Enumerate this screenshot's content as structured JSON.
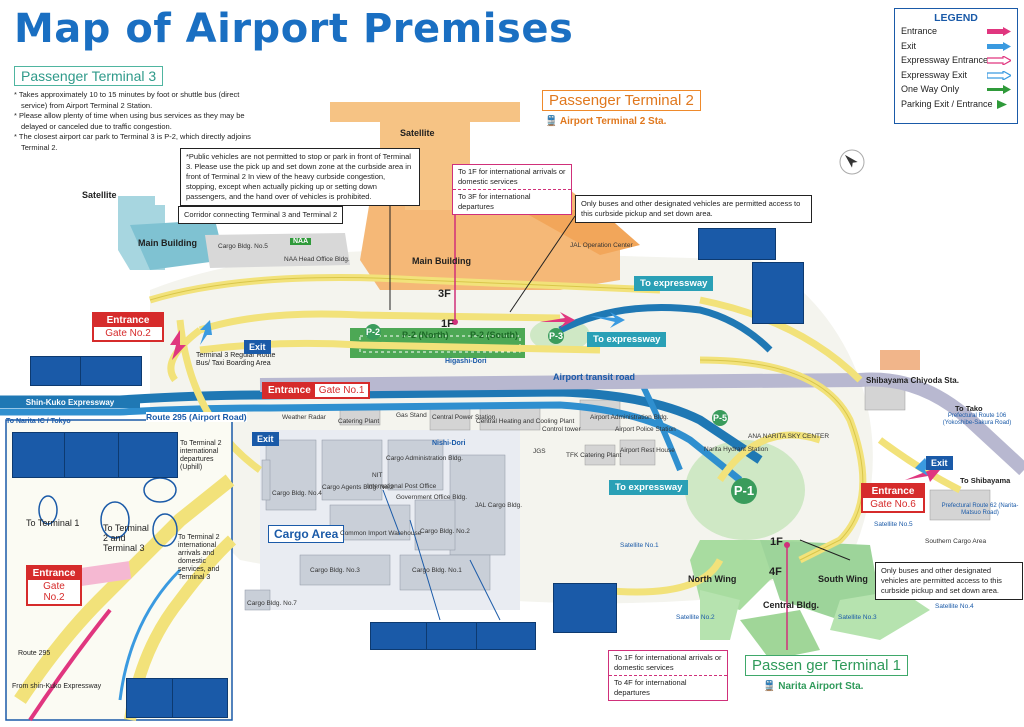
{
  "title": "Map of Airport Premises",
  "terminal3": {
    "label": "Passenger Terminal 3",
    "notes": [
      "* Takes approximately 10 to 15 minutes by foot or shuttle bus (direct service) from Airport Terminal 2 Station.",
      "* Please allow plenty of time when using bus services as they may be delayed or canceled due to traffic congestion.",
      "* The closest airport car park to Terminal 3 is P-2, which directly adjoins Terminal 2."
    ],
    "satellite": "Satellite",
    "main_building": "Main Building",
    "callout": "*Public vehicles are not permitted to stop or park in front of Terminal 3. Please use the pick up and set down zone at the curbside area in front of Terminal 2 In view of the heavy curbside congestion, stopping, except when actually picking up or setting down passengers, and the hand over of vehicles is prohibited.",
    "corridor": "Corridor connecting Terminal 3 and Terminal 2",
    "bus_stop": "Terminal 3 Regular Route Bus/ Taxi Boarding Area"
  },
  "terminal2": {
    "label": "Passenger Terminal 2",
    "station": "Airport Terminal 2 Sta.",
    "satellite": "Satellite",
    "main_building": "Main Building",
    "floor_3f": "3F",
    "floor_1f": "1F",
    "pink_callout": {
      "line1": "To 1F for international arrivals or domestic services",
      "line2": "To 3F for international departures"
    },
    "bus_callout": "Only buses and other designated vehicles are permitted access to this curbside pickup and set down area."
  },
  "terminal1": {
    "label": "Passen ger Terminal 1",
    "station": "Narita Airport Sta.",
    "north_wing": "North Wing",
    "south_wing": "South Wing",
    "central_bldg": "Central Bldg.",
    "floor_1f": "1F",
    "floor_4f": "4F",
    "satellites": [
      "Satellite No.1",
      "Satellite No.2",
      "Satellite No.3",
      "Satellite No.4",
      "Satellite No.5"
    ],
    "pink_callout": {
      "line1": "To 1F for international arrivals or domestic services",
      "line2": "To 4F for international departures"
    },
    "bus_callout": "Only buses and other designated vehicles are permitted access to this curbside pickup and set down area."
  },
  "legend": {
    "title": "LEGEND",
    "items": [
      {
        "label": "Entrance",
        "color": "#e0367f"
      },
      {
        "label": "Exit",
        "color": "#3a9ae0"
      },
      {
        "label": "Expressway Entrance",
        "color": "#e0367f"
      },
      {
        "label": "Expressway Exit",
        "color": "#3a9ae0"
      },
      {
        "label": "One Way Only",
        "color": "#2f9a3a"
      },
      {
        "label": "Parking Exit / Entrance",
        "color": "#2f9a3a"
      }
    ]
  },
  "gates": {
    "gate2": {
      "entrance": "Entrance",
      "gate": "Gate No.2"
    },
    "gate1": {
      "entrance": "Entrance",
      "gate": "Gate No.1"
    },
    "gate6": {
      "entrance": "Entrance",
      "gate": "Gate No.6"
    }
  },
  "exits": {
    "exit_a": "Exit",
    "exit_b": "Exit",
    "exit_c": "Exit"
  },
  "roads": {
    "shinkuko": "Shin-Kuko Expressway",
    "route295": "Route 295 (Airport Road)",
    "transit": "Airport transit road",
    "higashi": "Higashi-Dori",
    "nishi": "Nishi-Dori",
    "to_expressway_1": "To expressway",
    "to_expressway_2": "To expressway",
    "to_expressway_3": "To expressway",
    "to_narita_ic": "To Narita IC / Tokyo",
    "shibayama": "Shibayama Chiyoda Sta.",
    "to_tako": "To Tako",
    "pref_route_106": "Prefectural Route 106 (Yokoshibe-Sakura Road)",
    "to_shibayama": "To Shibayama",
    "pref_route_62": "Prefectural Route 62 (Narita-Matsuo Road)",
    "southern_cargo": "Southern Cargo Area"
  },
  "parking": [
    "P-2",
    "P-2 (North)",
    "P-2 (South)",
    "P-3",
    "P-5",
    "P-1"
  ],
  "buildings": {
    "naa": "NAA",
    "naa_head_office": "NAA Head Office Bldg.",
    "cargo_5": "Cargo Bldg. No.5",
    "jal_ops": "JAL Operation Center",
    "weather": "Weather Radar",
    "catering": "Catering Plant",
    "power": "Central Power Station",
    "heating": "Central Heating and Cooling Plant",
    "admin": "Airport Administration Bldg.",
    "control": "Control tower",
    "police": "Airport Police Station",
    "tfk": "TFK Catering Plant",
    "rest": "Airport Rest House",
    "jgs": "JGS",
    "ana_sky": "ANA NARITA SKY CENTER",
    "narita_hydrant": "Narita Hydrant Station",
    "cargo_area": "Cargo Area",
    "common_import": "Common Import Warehouse",
    "jal_cargo": "JAL Cargo Bldg.",
    "cargo_3": "Cargo Bldg. No.3",
    "cargo_1": "Cargo Bldg. No.1",
    "cargo_2": "Cargo Bldg. No.2",
    "cargo_4": "Cargo Bldg. No.4",
    "cargo_7": "Cargo Bldg. No.7",
    "post_office": "International Post Office",
    "govt": "Government Office Bldg.",
    "nit": "NIT",
    "cargo_agents": "Cargo Agents Bldg. No.2",
    "cargo_admin": "Cargo Administration Bldg.",
    "gas": "Gas Stand"
  },
  "inset": {
    "to_terminal1": "To Terminal 1",
    "to_t2_t3": "To Terminal 2 and Terminal 3",
    "to_t2_departures": "To Terminal 2 international departures (Uphill)",
    "to_t2_arrivals": "To Terminal 2 international arrivals and domestic services, and Terminal 3",
    "route295": "Route 295",
    "from_shinkuko": "From shin-Kuko Expressway",
    "gate_entrance": "Entrance",
    "gate_name": "Gate No.2"
  }
}
